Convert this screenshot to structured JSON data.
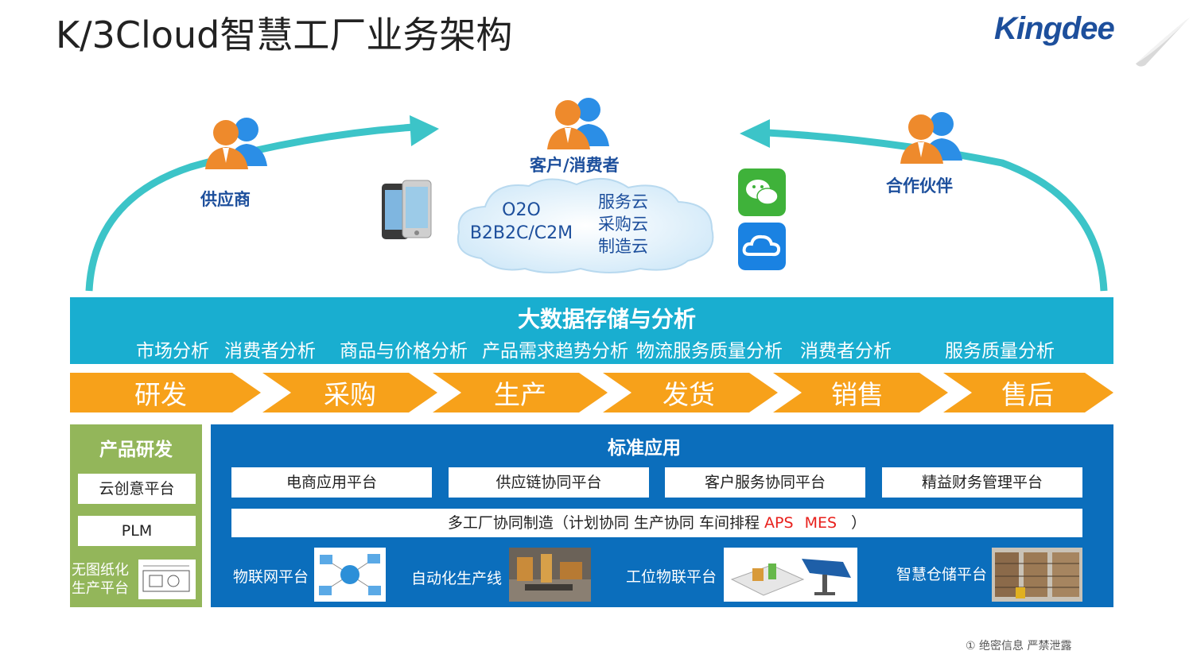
{
  "title": "K/3Cloud智慧工厂业务架构",
  "logo": "Kingdee",
  "roles": {
    "supplier": "供应商",
    "customer": "客户/消费者",
    "partner": "合作伙伴"
  },
  "cloud": {
    "left_lines": [
      "O2O",
      "B2B2C/C2M"
    ],
    "right_lines": [
      "服务云",
      "采购云",
      "制造云"
    ]
  },
  "big_data": {
    "title": "大数据存储与分析",
    "items": [
      "市场分析",
      "消费者分析",
      "商品与价格分析",
      "产品需求趋势分析",
      "物流服务质量分析",
      "消费者分析",
      "服务质量分析"
    ]
  },
  "process": [
    "研发",
    "采购",
    "生产",
    "发货",
    "销售",
    "售后"
  ],
  "rd": {
    "title": "产品研发",
    "items": [
      "云创意平台",
      "PLM"
    ],
    "paperless": [
      "无图纸化",
      "生产平台"
    ]
  },
  "standard": {
    "title": "标准应用",
    "platforms": [
      "电商应用平台",
      "供应链协同平台",
      "客户服务协同平台",
      "精益财务管理平台"
    ],
    "multi_factory": "多工厂协同制造（计划协同  生产协同  车间排程",
    "aps": "APS",
    "mes": "MES",
    "multi_close": "）",
    "iot": [
      "物联网平台",
      "自动化生产线",
      "工位物联平台",
      "智慧仓储平台"
    ]
  },
  "footer": "① 绝密信息 严禁泄露",
  "colors": {
    "teal": "#19aed0",
    "orange": "#f7a11a",
    "green": "#93b65a",
    "blue": "#0b6ebc",
    "arrow": "#3cc4c8"
  }
}
